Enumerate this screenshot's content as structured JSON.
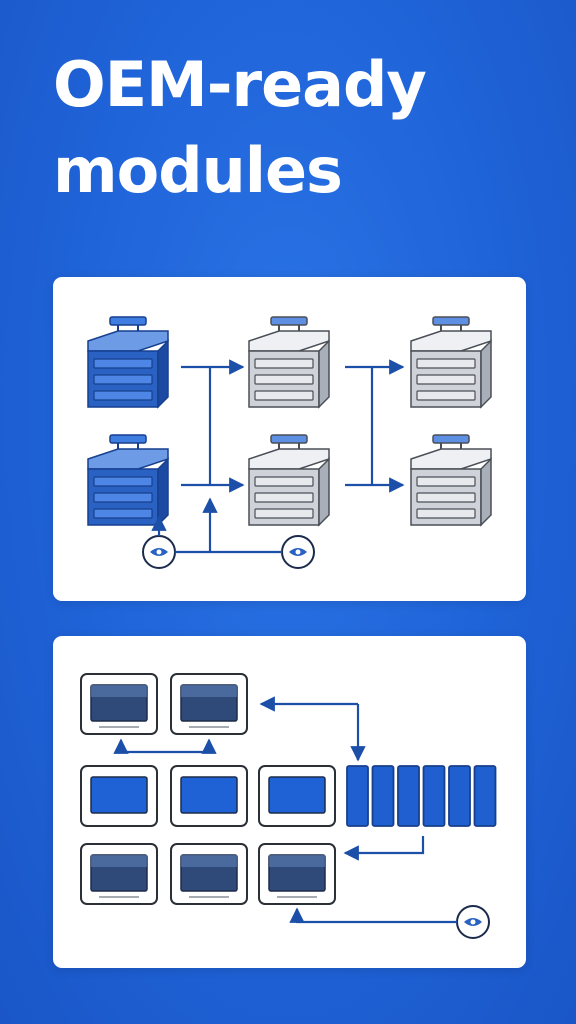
{
  "headline": {
    "line1": "OEM-ready",
    "line2": "modules"
  },
  "colors": {
    "background": "#1f63d8",
    "blue_module": "#2a62c4",
    "gray_module": "#cfd3d9",
    "connector": "#1b4fa8",
    "panel": "#ffffff"
  },
  "panel_top": {
    "modules": [
      {
        "color": "blue",
        "icon": "blue-server-module-icon"
      },
      {
        "color": "gray",
        "icon": "gray-server-module-icon"
      },
      {
        "color": "gray",
        "icon": "gray-server-module-icon"
      },
      {
        "color": "blue",
        "icon": "blue-server-module-icon"
      },
      {
        "color": "gray",
        "icon": "gray-server-module-icon"
      },
      {
        "color": "gray",
        "icon": "gray-server-module-icon"
      }
    ],
    "nodes": [
      "eye-node-icon",
      "eye-node-icon"
    ]
  },
  "panel_bottom": {
    "displays": [
      {
        "style": "dark",
        "icon": "display-module-icon"
      },
      {
        "style": "dark",
        "icon": "display-module-icon"
      },
      {
        "style": "blue",
        "icon": "display-module-icon"
      },
      {
        "style": "blue",
        "icon": "display-module-icon"
      },
      {
        "style": "blue",
        "icon": "display-module-icon"
      },
      {
        "style": "dark",
        "icon": "display-module-icon"
      },
      {
        "style": "dark",
        "icon": "display-module-icon"
      },
      {
        "style": "dark",
        "icon": "display-module-icon"
      }
    ],
    "slots": 6,
    "nodes": [
      "eye-node-icon"
    ]
  }
}
